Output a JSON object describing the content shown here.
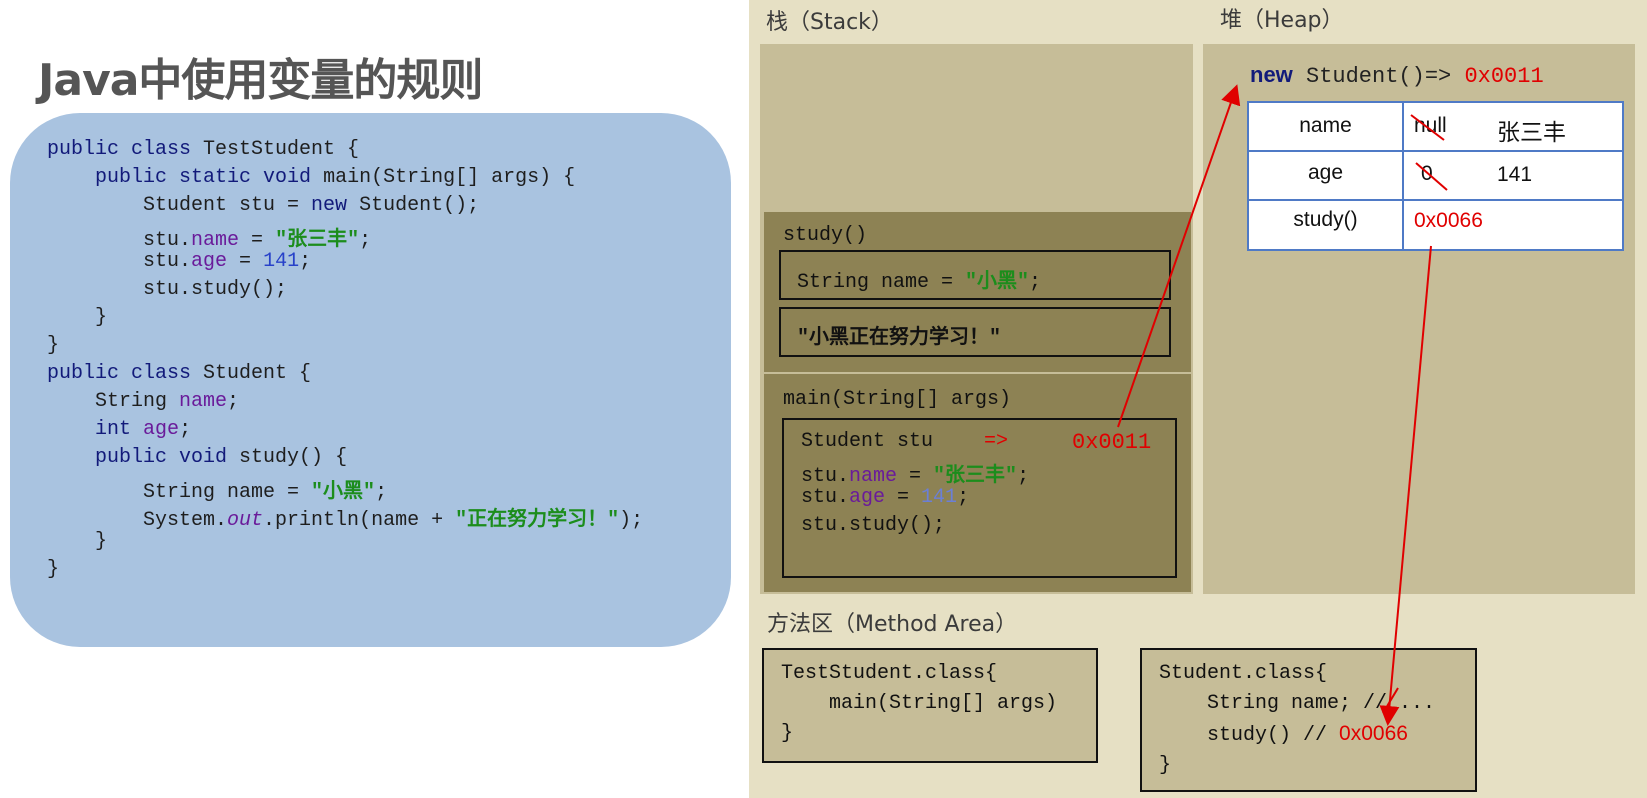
{
  "title": "Java中使用变量的规则",
  "code": {
    "l1": {
      "kw1": "public class",
      "t1": " TestStudent {"
    },
    "l2": {
      "t0": "    ",
      "kw1": "public static void",
      "t1": " main(String[] args) {"
    },
    "l3": {
      "t0": "        Student stu = ",
      "kw1": "new",
      "t1": " Student();"
    },
    "l4": {
      "t0": "        stu.",
      "fld": "name",
      "t1": " = ",
      "str": "\"张三丰\"",
      "t2": ";"
    },
    "l5": {
      "t0": "        stu.",
      "fld": "age",
      "t1": " = ",
      "num": "141",
      "t2": ";"
    },
    "l6": {
      "t0": "        stu.study();"
    },
    "l7": {
      "t0": "    }"
    },
    "l8": {
      "t0": "}"
    },
    "l9": {
      "kw1": "public class",
      "t1": " Student {"
    },
    "l10": {
      "t0": "    String ",
      "fld": "name",
      "t1": ";"
    },
    "l11": {
      "t0": "    ",
      "kw1": "int",
      "t1": " ",
      "fld": "age",
      "t2": ";"
    },
    "l12": {
      "t0": "    ",
      "kw1": "public void",
      "t1": " study() {"
    },
    "l13": {
      "t0": "        String name = ",
      "str": "\"小黑\"",
      "t1": ";"
    },
    "l14": {
      "t0": "        System.",
      "it": "out",
      "t1": ".println(name + ",
      "str": "\"正在努力学习！\"",
      "t2": ");"
    },
    "l15": {
      "t0": "    }"
    },
    "l16": {
      "t0": "}"
    }
  },
  "memory": {
    "stack_label": "栈（Stack）",
    "heap_label": "堆（Heap）",
    "method_area_label": "方法区（Method Area）",
    "study_frame": {
      "title": "study()",
      "var_pre": "String name = ",
      "var_str": "\"小黑\"",
      "var_post": ";",
      "output": "\"小黑正在努力学习！\""
    },
    "main_frame": {
      "title": "main(String[] args)",
      "line1": "Student stu",
      "arrow": "=>",
      "address": "0x0011",
      "line2_pre": "stu.",
      "line2_fld": "name",
      "line2_mid": " = ",
      "line2_str": "\"张三丰\"",
      "line2_post": ";",
      "line3_pre": "stu.",
      "line3_fld": "age",
      "line3_mid": " = ",
      "line3_num": "141",
      "line3_post": ";",
      "line4": "stu.study();"
    },
    "heap": {
      "new_kw": "new",
      "new_expr": " Student()=> ",
      "address": "0x0011",
      "rows": [
        {
          "label": "name",
          "old": "null",
          "value": "张三丰"
        },
        {
          "label": "age",
          "old": "0",
          "value": "141"
        },
        {
          "label": "study()",
          "value": "0x0066"
        }
      ]
    },
    "method_area": {
      "test_class": {
        "l1": "TestStudent.class{",
        "l2": "    main(String[] args)",
        "l3": "}"
      },
      "student_class": {
        "l1": "Student.class{",
        "l2": "    String name; // ...",
        "l3_pre": "    study() // ",
        "l3_addr": "0x0066",
        "l4": "}"
      }
    },
    "accent_color": "#e00000"
  }
}
